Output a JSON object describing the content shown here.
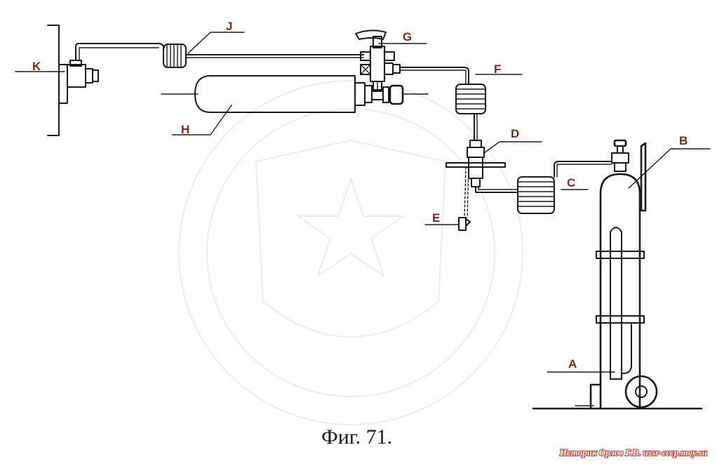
{
  "labels": {
    "A": "A",
    "B": "B",
    "C": "C",
    "D": "D",
    "E": "E",
    "F": "F",
    "G": "G",
    "H": "H",
    "J": "J",
    "K": "K"
  },
  "caption": "Фиг. 71.",
  "credit": "Историк Орлов Г.В. ussr-cccp.moy.su"
}
